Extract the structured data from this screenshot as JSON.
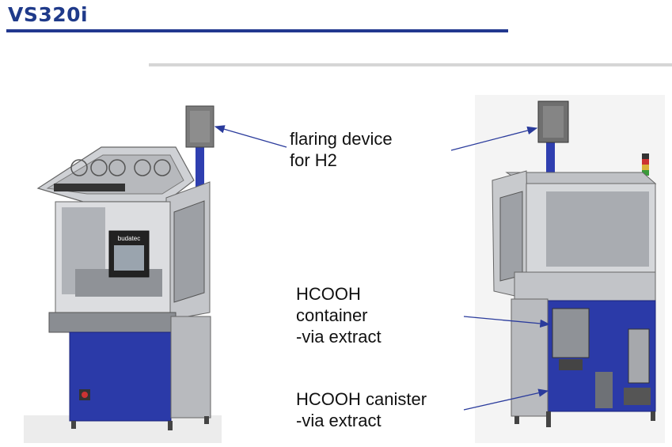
{
  "slide": {
    "title": "VS320i"
  },
  "annotations": {
    "flaring": "flaring device\nfor H2",
    "container": "HCOOH\ncontainer\n-via extract",
    "canister": "HCOOH canister\n-via extract"
  },
  "machine_left": {
    "brand_label": "budatec"
  },
  "colors": {
    "title": "#1f3a8a",
    "cabinet_blue": "#2b3aa8",
    "frame_grey": "#c4c6ca",
    "arrow": "#2a3b9c"
  }
}
